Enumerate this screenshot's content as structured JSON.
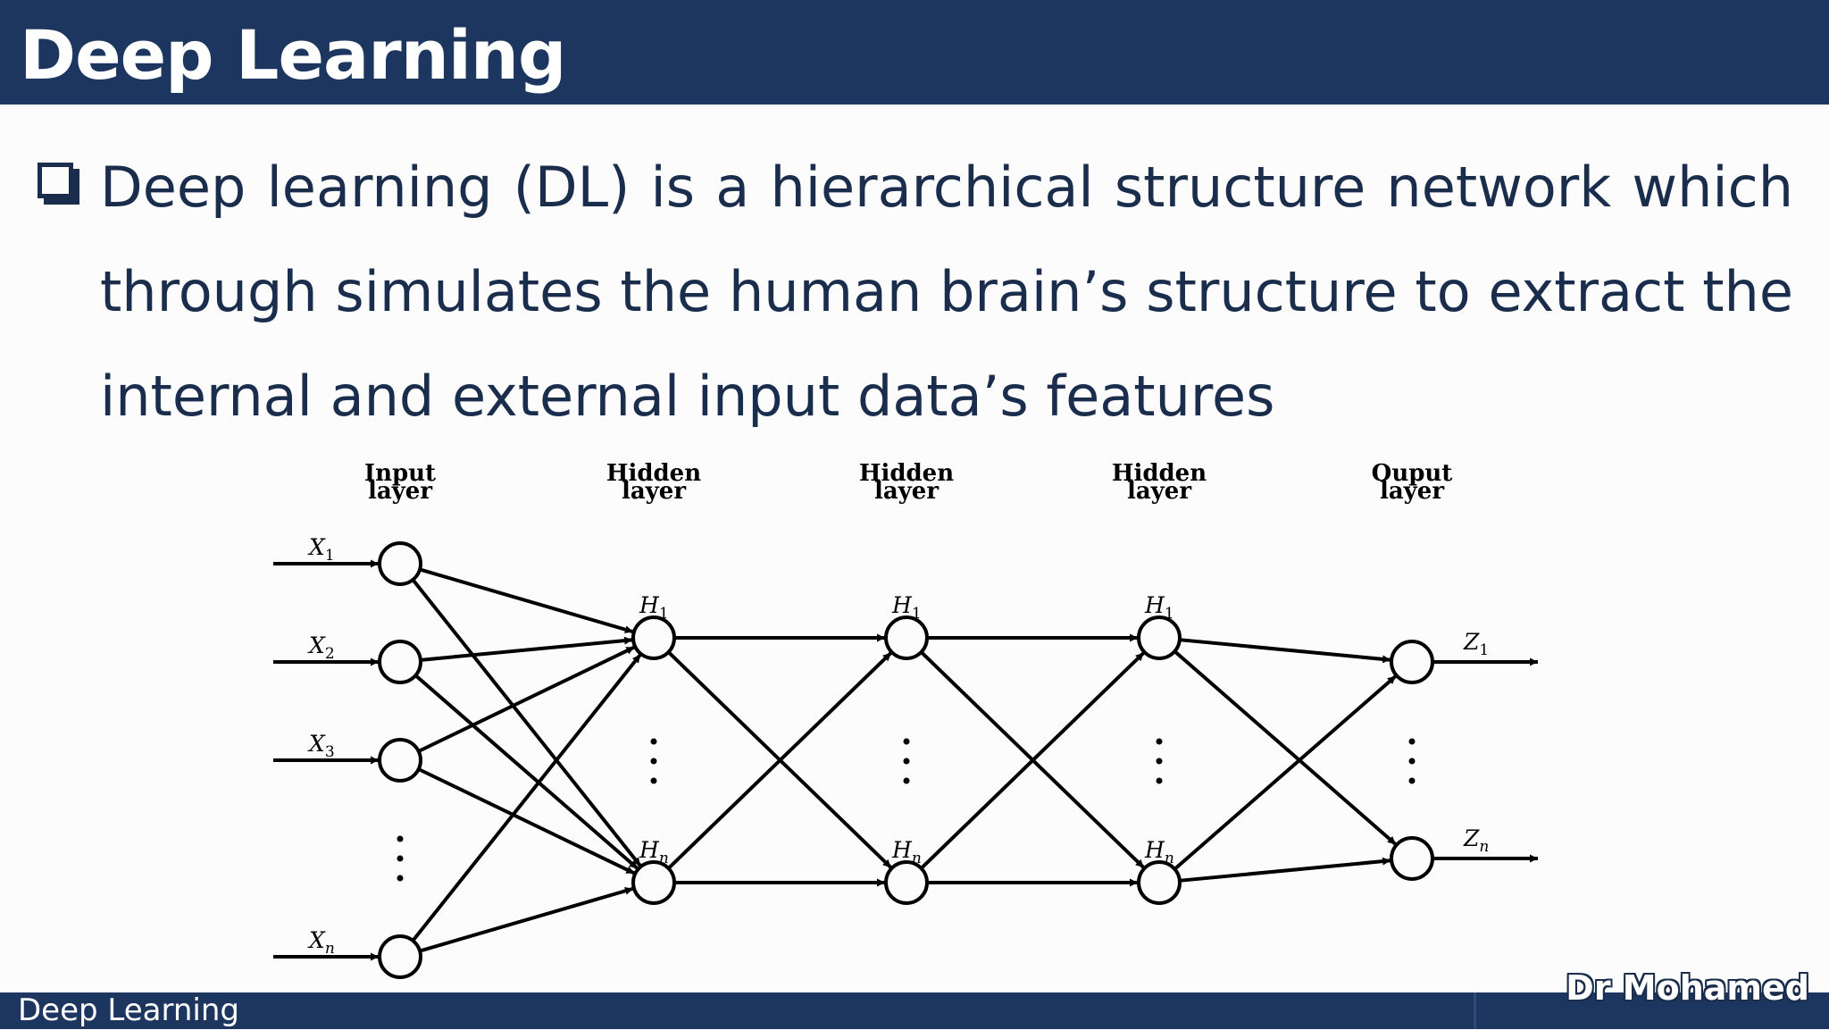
{
  "slide": {
    "title": "Deep Learning",
    "bullet": {
      "lines": [
        "Deep learning (DL) is a hierarchical structure network which",
        "through simulates the human brain’s structure to extract the",
        "internal and external input data’s features"
      ]
    }
  },
  "diagram": {
    "layer_titles": [
      [
        "Input",
        "layer"
      ],
      [
        "Hidden",
        "layer"
      ],
      [
        "Hidden",
        "layer"
      ],
      [
        "Hidden",
        "layer"
      ],
      [
        "Ouput",
        "layer"
      ]
    ],
    "input_labels": [
      {
        "base": "X",
        "sub": "1"
      },
      {
        "base": "X",
        "sub": "2"
      },
      {
        "base": "X",
        "sub": "3"
      },
      {
        "base": "X",
        "sub": "n"
      }
    ],
    "hidden_labels": [
      {
        "base": "H",
        "sub": "1"
      },
      {
        "base": "H",
        "sub": "n"
      }
    ],
    "output_labels": [
      {
        "base": "Z",
        "sub": "1"
      },
      {
        "base": "Z",
        "sub": "n"
      }
    ]
  },
  "footer": {
    "left": "Deep Learning",
    "right": "Dr Mohamed"
  },
  "colors": {
    "header_bg": "#1d3660",
    "body_text": "#1b2d4d",
    "background": "#fcfcfc"
  }
}
